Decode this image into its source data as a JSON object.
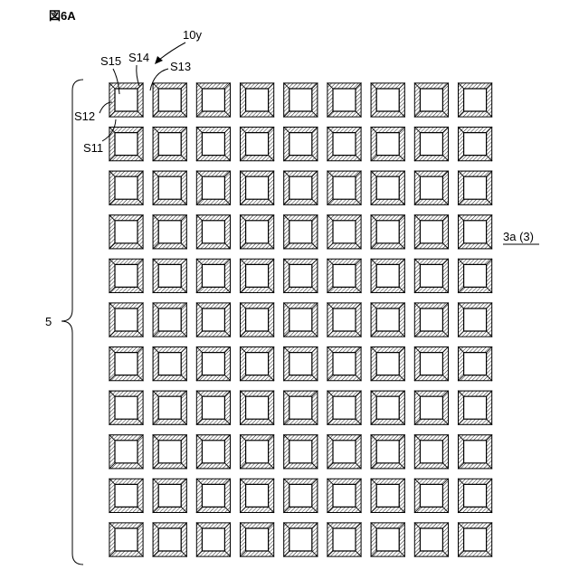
{
  "figure": {
    "title": "図6A",
    "grid": {
      "rows": 11,
      "cols": 9
    },
    "labels": {
      "ref_10y": "10y",
      "s15": "S15",
      "s14": "S14",
      "s13": "S13",
      "s12": "S12",
      "s11": "S11",
      "ref_3a": "3a (3)",
      "ref_5": "5"
    }
  }
}
